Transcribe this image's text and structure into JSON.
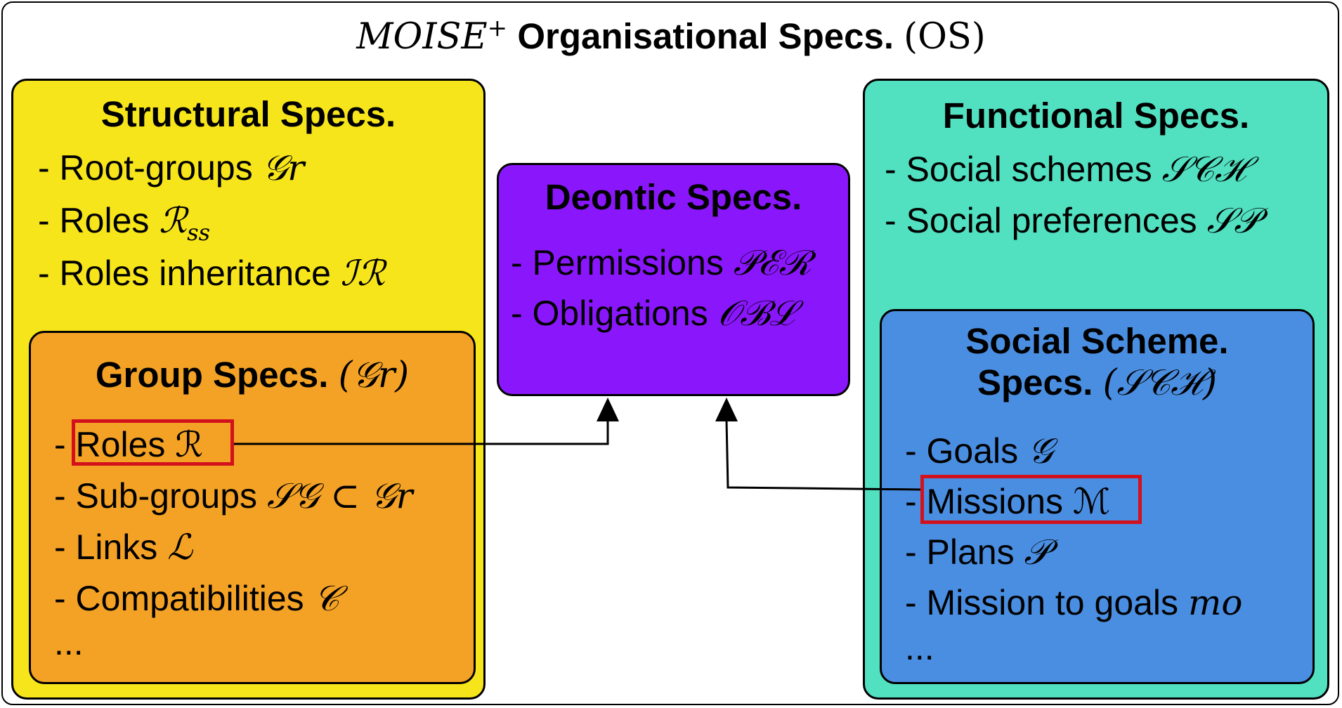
{
  "header": {
    "moise": "MOISE",
    "plus": "+",
    "label": "Organisational Specs.",
    "abbr": "(OS)"
  },
  "structural": {
    "title": "Structural Specs.",
    "items": [
      {
        "text": "- Root-groups",
        "symbol": "𝒢r"
      },
      {
        "text": "- Roles",
        "symbol": "ℛ",
        "sub": "ss"
      },
      {
        "text": "- Roles inheritance",
        "symbol": "ℐℛ"
      }
    ]
  },
  "group": {
    "title": "Group Specs.",
    "paren": "(𝒢r)",
    "items": [
      {
        "text": "- ",
        "boxed": "Roles ℛ"
      },
      {
        "text": "- Sub-groups",
        "symbol": "𝒮𝒢  ⊂ 𝒢r"
      },
      {
        "text": "- Links",
        "symbol": "ℒ"
      },
      {
        "text": "- Compatibilities",
        "symbol": "𝒞"
      },
      {
        "text": "..."
      }
    ]
  },
  "deontic": {
    "title": "Deontic Specs.",
    "items": [
      {
        "text": "- Permissions",
        "symbol": "𝒫ℰℛ"
      },
      {
        "text": "- Obligations",
        "symbol": "𝒪ℬℒ"
      }
    ]
  },
  "functional": {
    "title": "Functional Specs.",
    "items": [
      {
        "text": "- Social schemes",
        "symbol": "𝒮𝒞ℋ"
      },
      {
        "text": "- Social preferences",
        "symbol": "𝒮𝒫"
      }
    ]
  },
  "scheme": {
    "title_line1": "Social Scheme.",
    "title_line2": "Specs.",
    "paren": "(𝒮𝒞ℋ)",
    "items": [
      {
        "text": "- Goals",
        "symbol": "𝒢"
      },
      {
        "text": "- ",
        "boxed": "Missions ℳ"
      },
      {
        "text": "- Plans",
        "symbol": "𝒫"
      },
      {
        "text": "- Mission to goals",
        "symbol": "mo"
      },
      {
        "text": "..."
      }
    ]
  },
  "colors": {
    "structural": "#f7e51b",
    "group": "#f4a225",
    "deontic": "#8a17fc",
    "functional": "#51e0c0",
    "scheme": "#4a8ee1",
    "highlight": "#d3111d"
  }
}
